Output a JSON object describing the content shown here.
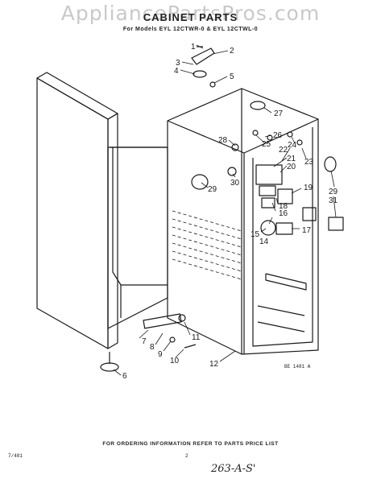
{
  "watermark": "AppliancePartsPros.com",
  "title": "CABINET PARTS",
  "models_line": "For Models EYL 12CTWR-0 & EYL 12CTWL-0",
  "diagram_code": "BE 1481 A",
  "footer_note": "FOR ORDERING INFORMATION REFER TO PARTS PRICE LIST",
  "date_mark": "7/481",
  "page_number": "2",
  "handwritten_note": "263-A-S'",
  "callouts": [
    "1",
    "2",
    "3",
    "4",
    "5",
    "6",
    "7",
    "8",
    "9",
    "10",
    "11",
    "12",
    "14",
    "15",
    "16",
    "17",
    "18",
    "19",
    "20",
    "21",
    "22",
    "23",
    "24",
    "25",
    "26",
    "27",
    "28",
    "29",
    "29",
    "30",
    "31"
  ]
}
